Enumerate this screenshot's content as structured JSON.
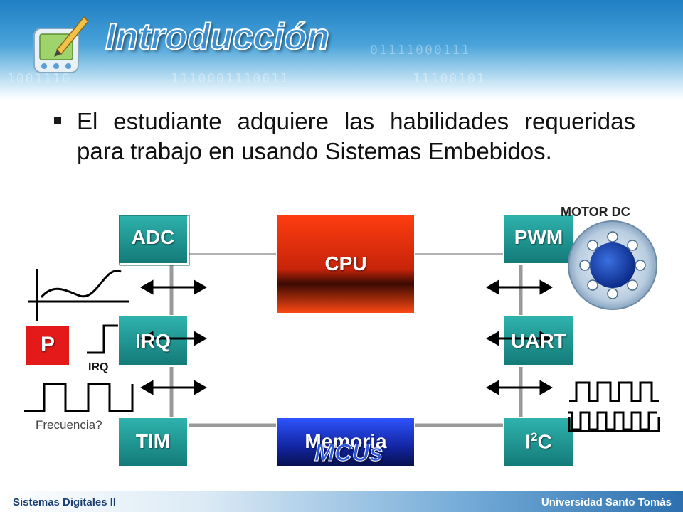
{
  "header": {
    "title": "Introducción",
    "binary_rows": [
      "01111000111",
      "1001110",
      "1110001110011",
      "11100101"
    ]
  },
  "content": {
    "bullet": "El estudiante adquiere las habilidades requeridas para trabajo en usando Sistemas Embebidos."
  },
  "diagram": {
    "blocks": {
      "adc": "ADC",
      "cpu": "CPU",
      "pwm": "PWM",
      "irq": "IRQ",
      "uart": "UART",
      "tim": "TIM",
      "memoria": "Memoria",
      "i2c_main": "I",
      "i2c_sup": "2",
      "i2c_end": "C",
      "p_button": "P"
    },
    "overlay_text": "MCUs",
    "labels": {
      "motor": "MOTOR DC",
      "irq_signal": "IRQ",
      "frequency": "Frecuencia?"
    },
    "colors": {
      "teal_block": "#1f9a97",
      "cpu_top": "#ff3d10",
      "memory_blue": "#1836c7",
      "p_red": "#e41a1a",
      "motor_hub": "#1746b8"
    }
  },
  "footer": {
    "left": "Sistemas Digitales II",
    "right": "Universidad Santo Tomás"
  }
}
